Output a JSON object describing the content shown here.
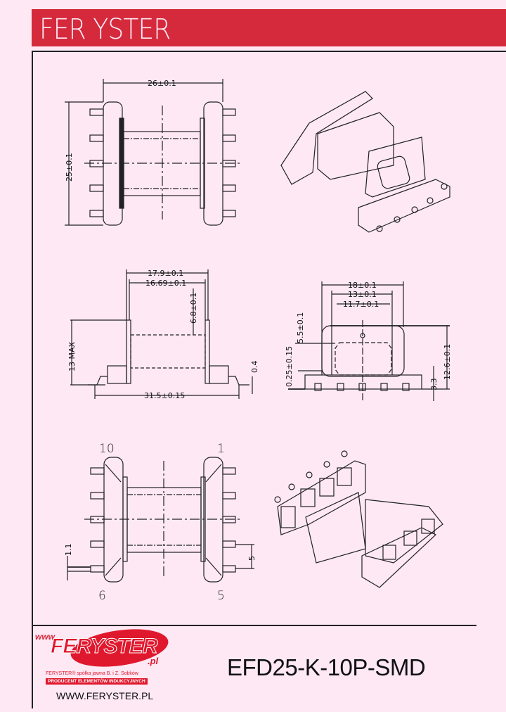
{
  "header": {
    "title": "FER YSTER"
  },
  "top_view": {
    "width_dim": "26±0.1",
    "height_dim": "25±0.1"
  },
  "side_view": {
    "dim_outer": "17.9±0.1",
    "dim_inner": "16.69±0.1",
    "dim_core": "6.8±0.1",
    "dim_height": "13 MAX",
    "dim_base": "31.5±0.15",
    "dim_lead": "0.4"
  },
  "front_view": {
    "dim_width": "18±0.1",
    "dim_window": "13±0.1",
    "dim_inner": "11.7±0.1",
    "dim_top": "5.5±0.1",
    "dim_offset": "0.25±0.15",
    "dim_height": "12.6±0.1",
    "dim_base": "3.3"
  },
  "bottom_view": {
    "pin_top_left": "10",
    "pin_top_right": "1",
    "pin_bottom_left": "6",
    "pin_bottom_right": "5",
    "dim_pin": "1.1",
    "dim_pitch": "5"
  },
  "footer": {
    "logo": {
      "www": "www.",
      "name": "FERYSTER",
      "registered": "®",
      "tld": ".pl",
      "company": "FERYSTER® spółka jawna B. i Z. Sobków",
      "tagline": "PRODUCENT ELEMENTÓW INDUKCYJNYCH"
    },
    "part_number": "EFD25-K-10P-SMD",
    "website": "WWW.FERYSTER.PL"
  },
  "colors": {
    "brand_red": "#d42a3c",
    "background": "#fde8f4",
    "line": "#222222"
  }
}
